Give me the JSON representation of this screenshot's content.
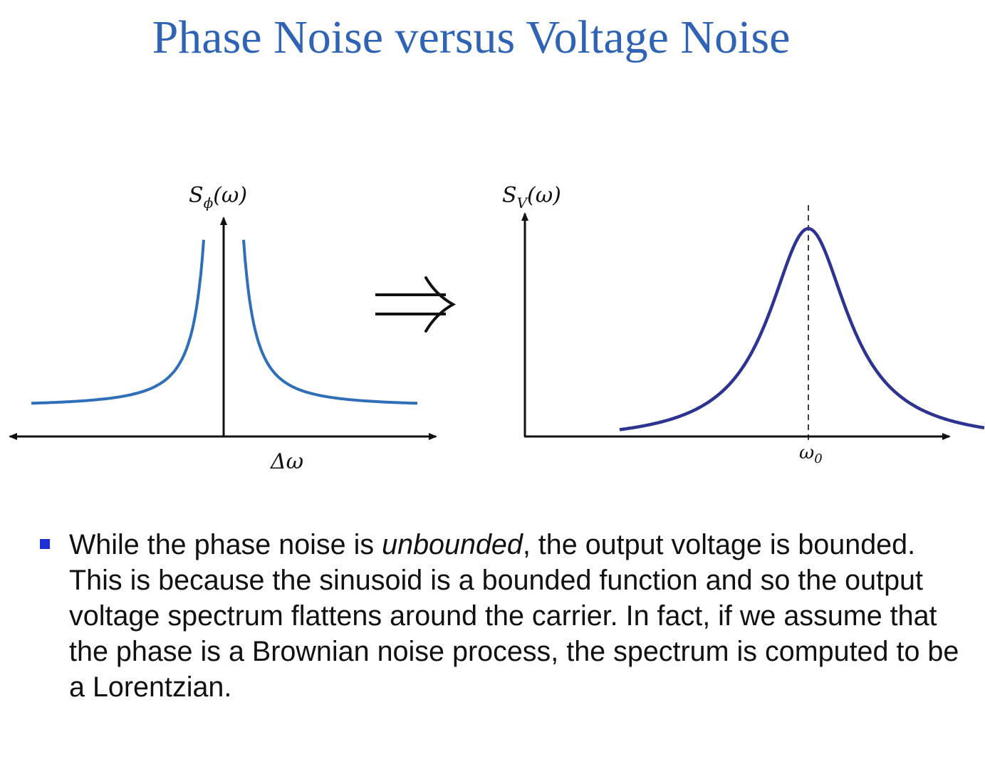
{
  "slide": {
    "title": "Phase Noise versus Voltage Noise"
  },
  "left_plot": {
    "y_label_main": "S",
    "y_label_sub": "ϕ",
    "y_label_arg": "(ω)",
    "x_label": "Δω",
    "curve_color": "#2e6fb8"
  },
  "implies_symbol": "⇒",
  "right_plot": {
    "y_label_main": "S",
    "y_label_sub": "V",
    "y_label_arg": "(ω)",
    "x_marker_main": "ω",
    "x_marker_sub": "0",
    "curve_color": "#2c3391"
  },
  "bullet": {
    "text_before": "While the phase noise is ",
    "text_emphasis": "unbounded",
    "text_after": ", the output voltage is bounded. This is because the sinusoid is a bounded function and so the output voltage spectrum flattens around the carrier. In fact, if we assume that the phase is a Brownian noise process, the spectrum is computed to be a Lorentzian.",
    "marker_color": "#1f2fd6"
  }
}
